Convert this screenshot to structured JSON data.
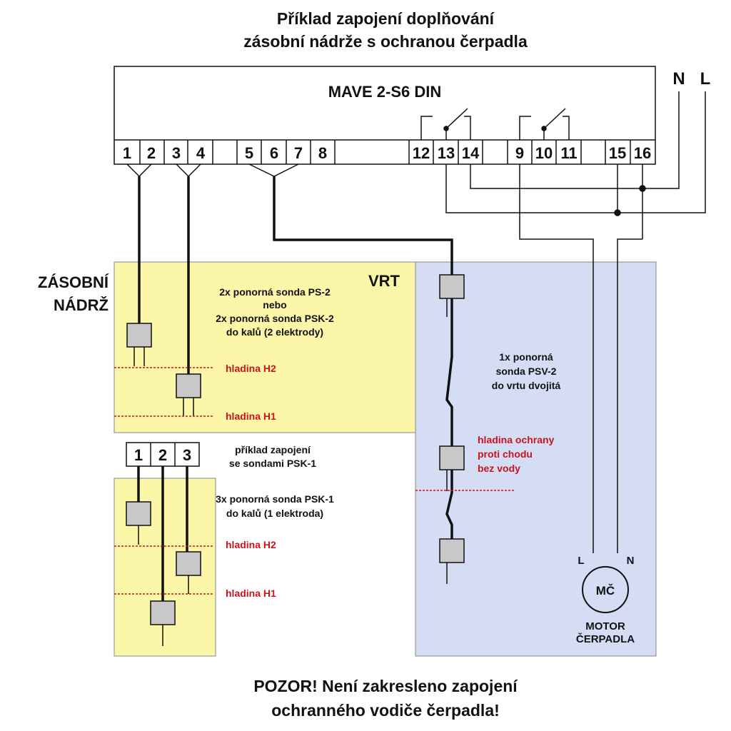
{
  "title_line1": "Příklad zapojení doplňování",
  "title_line2": "zásobní nádrže s ochranou čerpadla",
  "device": "MAVE 2-S6 DIN",
  "terminals": [
    "1",
    "2",
    "3",
    "4",
    "5",
    "6",
    "7",
    "8",
    "12",
    "13",
    "14",
    "9",
    "10",
    "11",
    "15",
    "16"
  ],
  "supply": {
    "n": "N",
    "l": "L"
  },
  "tank": {
    "label_line1": "ZÁSOBNÍ",
    "label_line2": "NÁDRŽ",
    "desc": [
      "2x ponorná sonda PS-2",
      "nebo",
      "2x ponorná sonda PSK-2",
      "do kalů (2 elektrody)"
    ],
    "h2": "hladina H2",
    "h1": "hladina H1"
  },
  "example": {
    "terminals": [
      "1",
      "2",
      "3"
    ],
    "caption": [
      "příklad zapojení",
      "se sondami PSK-1"
    ],
    "desc": [
      "3x ponorná sonda PSK-1",
      "do kalů (1 elektroda)"
    ],
    "h2": "hladina H2",
    "h1": "hladina H1"
  },
  "well": {
    "label": "VRT",
    "desc": [
      "1x ponorná",
      "sonda PSV-2",
      "do vrtu dvojitá"
    ],
    "protection": [
      "hladina ochrany",
      "proti chodu",
      "bez vody"
    ]
  },
  "motor": {
    "symbol": "MČ",
    "l": "L",
    "n": "N",
    "caption": [
      "MOTOR",
      "ČERPADLA"
    ]
  },
  "warning_line1": "POZOR! Není zakresleno zapojení",
  "warning_line2": "ochranného vodiče čerpadla!"
}
